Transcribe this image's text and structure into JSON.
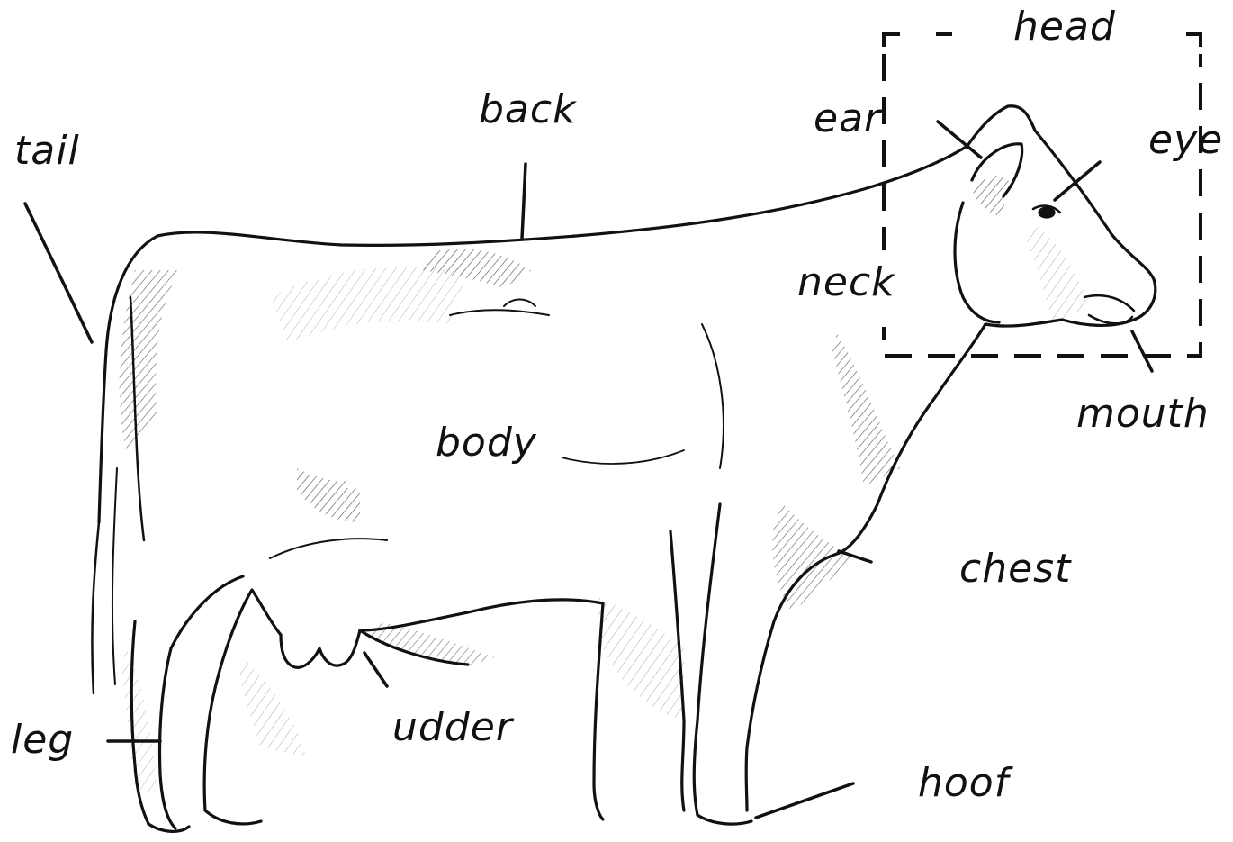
{
  "labels": {
    "head": "head",
    "tail": "tail",
    "back": "back",
    "ear": "ear",
    "eye": "eye",
    "neck": "neck",
    "mouth": "mouth",
    "body": "body",
    "chest": "chest",
    "leg": "leg",
    "udder": "udder",
    "hoof": "hoof"
  },
  "colors": {
    "ink": "#111111",
    "hatch": "#555555",
    "background": "#ffffff"
  }
}
